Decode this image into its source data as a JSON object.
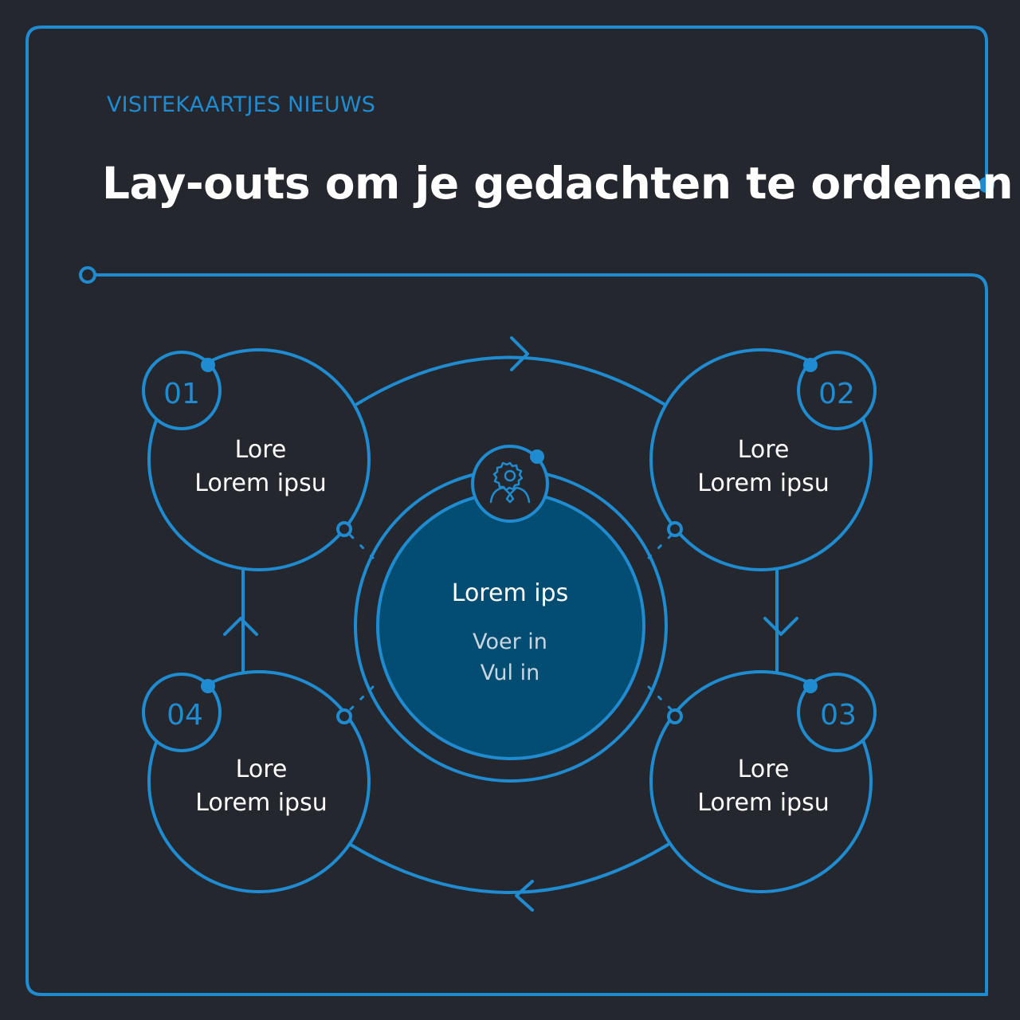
{
  "header": {
    "eyebrow": "VISITEKAARTJES NIEUWS",
    "title": "Lay-outs om je gedachten te ordenen"
  },
  "center": {
    "icon": "person-gear-icon",
    "title": "Lorem ips",
    "line1": "Voer in",
    "line2": "Vul in"
  },
  "nodes": [
    {
      "number": "01",
      "line1": "Lore",
      "line2": "Lorem ipsu"
    },
    {
      "number": "02",
      "line1": "Lore",
      "line2": "Lorem ipsu"
    },
    {
      "number": "03",
      "line1": "Lore",
      "line2": "Lorem ipsu"
    },
    {
      "number": "04",
      "line1": "Lore",
      "line2": "Lorem ipsu"
    }
  ],
  "colors": {
    "background": "#25272e",
    "accent": "#1f8bd0",
    "center_fill": "#034d72",
    "text": "#ffffff"
  }
}
